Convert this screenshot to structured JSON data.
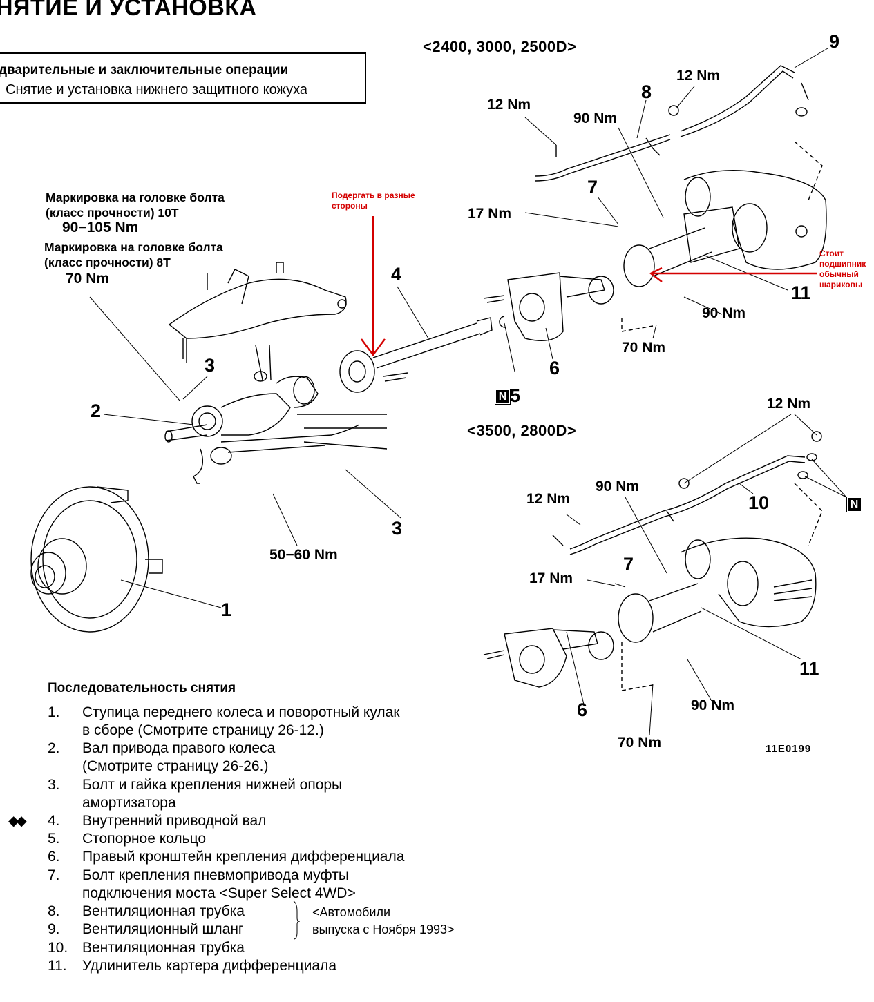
{
  "header": {
    "title": "НЯТИЕ И УСТАНОВКА",
    "prep_box": {
      "heading": "дварительные и заключительные операции",
      "item": "Снятие и установка нижнего защитного кожуха"
    }
  },
  "diagram": {
    "figure_code": "11E0199",
    "variants": {
      "top": "<2400, 3000, 2500D>",
      "bottom": "<3500, 2800D>"
    },
    "bolt_notes": {
      "note_10t_line1": "Маркировка на головке болта",
      "note_10t_line2": "(класс прочности) 10T",
      "note_10t_torque": "90−105  Nm",
      "note_8t_line1": "Маркировка на головке болта",
      "note_8t_line2": "(класс прочности) 8T",
      "note_8t_torque": "70  Nm"
    },
    "torque_labels": {
      "t12_left_top": "12 Nm",
      "t12_right_top": "12 Nm",
      "t90_top": "90 Nm",
      "t17_top": "17 Nm",
      "t90_mid_top": "90 Nm",
      "t70_top": "70 Nm",
      "t50_60": "50−60  Nm",
      "t12_right_bottom": "12 Nm",
      "t12_left_bottom": "12 Nm",
      "t90_bottom_upper": "90 Nm",
      "t17_bottom": "17 Nm",
      "t90_bottom_lower": "90 Nm",
      "t70_bottom": "70 Nm"
    },
    "part_numbers": {
      "p1": "1",
      "p2": "2",
      "p3a": "3",
      "p3b": "3",
      "p4": "4",
      "p5": "5",
      "p6_top": "6",
      "p6_bottom": "6",
      "p7_top": "7",
      "p7_bottom": "7",
      "p8": "8",
      "p9": "9",
      "p10": "10",
      "p11_top": "11",
      "p11_bottom": "11"
    },
    "new_part_marker": "N",
    "annotations": {
      "shake_note": [
        "Подергать в разные",
        "стороны"
      ],
      "bearing_note": [
        "Стоит",
        "подшипник",
        "обычный",
        "шариковы"
      ],
      "annotation_color": "#d40000"
    }
  },
  "removal_sequence": {
    "title": "Последовательность снятия",
    "items": [
      {
        "num": "1.",
        "lines": [
          "Ступица переднего колеса и поворотный кулак",
          "в сборе (Смотрите страницу 26-12.)"
        ]
      },
      {
        "num": "2.",
        "lines": [
          "Вал привода правого колеса",
          "(Смотрите страницу 26-26.)"
        ]
      },
      {
        "num": "3.",
        "lines": [
          "Болт и гайка крепления нижней опоры",
          "амортизатора"
        ]
      },
      {
        "num": "4.",
        "lines": [
          "Внутренний приводной вал"
        ],
        "marker": "◆◆"
      },
      {
        "num": "5.",
        "lines": [
          "Стопорное кольцо"
        ]
      },
      {
        "num": "6.",
        "lines": [
          "Правый кронштейн крепления дифференциала"
        ]
      },
      {
        "num": "7.",
        "lines": [
          "Болт крепления пневмопривода муфты",
          "подключения моста <Super Select 4WD>"
        ]
      },
      {
        "num": "8.",
        "lines": [
          "Вентиляционная трубка"
        ]
      },
      {
        "num": "9.",
        "lines": [
          "Вентиляционный шланг"
        ]
      },
      {
        "num": "10.",
        "lines": [
          "Вентиляционная трубка"
        ]
      },
      {
        "num": "11.",
        "lines": [
          "Удлинитель картера дифференциала"
        ]
      }
    ],
    "bracket_note": [
      "<Автомобили",
      "выпуска с Ноября 1993>"
    ]
  }
}
